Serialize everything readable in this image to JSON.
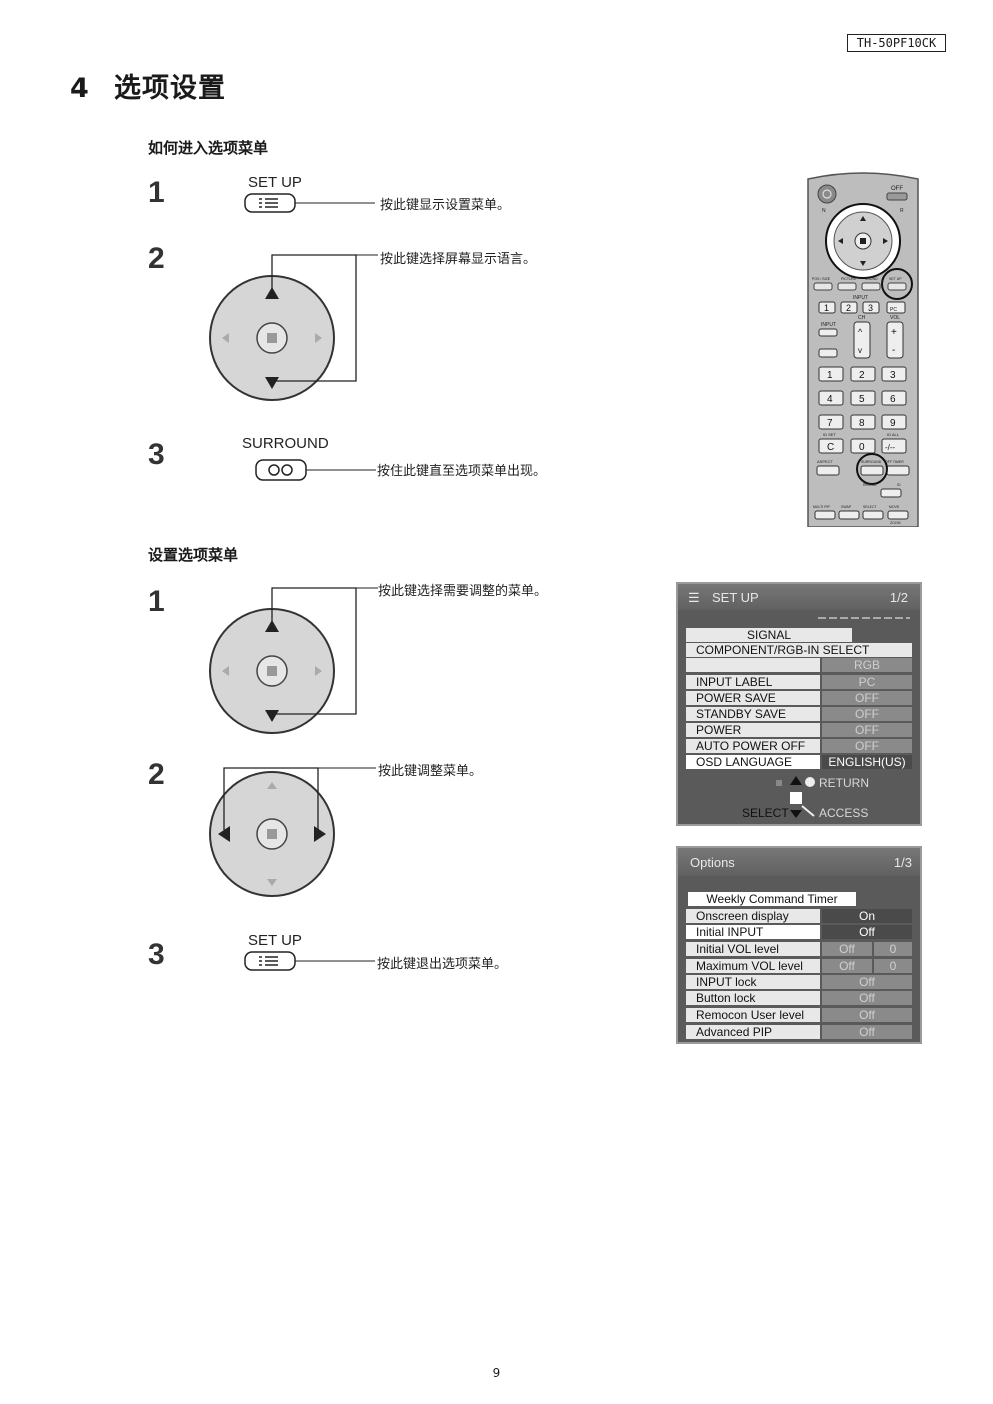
{
  "header": {
    "model": "TH-50PF10CK"
  },
  "chapter": {
    "number": "4",
    "title": "选项设置"
  },
  "section1": {
    "title": "如何进入选项菜单",
    "steps": [
      {
        "num": "1",
        "button": "SET UP",
        "desc": "按此键显示设置菜单。"
      },
      {
        "num": "2",
        "desc": "按此键选择屏幕显示语言。"
      },
      {
        "num": "3",
        "button": "SURROUND",
        "desc": "按住此键直至选项菜单出现。"
      }
    ]
  },
  "section2": {
    "title": "设置选项菜单",
    "steps": [
      {
        "num": "1",
        "desc": "按此键选择需要调整的菜单。"
      },
      {
        "num": "2",
        "desc": "按此键调整菜单。"
      },
      {
        "num": "3",
        "button": "SET UP",
        "desc": "按此键退出选项菜单。"
      }
    ]
  },
  "remote": {
    "off": "OFF",
    "n": "N",
    "r": "R",
    "pos_size": "POS / SIZE",
    "picture": "PICTURE",
    "sound": "SOUND",
    "setup": "SET UP",
    "input_top": "INPUT",
    "pc": "PC",
    "input": "INPUT",
    "ch": "CH",
    "vol": "VOL",
    "id_set": "ID SET",
    "id_all": "ID ALL",
    "aspect": "ASPECT",
    "surround": "SURROUND",
    "off_timer": "OFF TIMER",
    "recall": "RECALL",
    "id": "ID",
    "multi_pip": "MULTI PIP",
    "swap": "SWAP",
    "select": "SELECT",
    "move": "MOVE",
    "zoom": "ZOOM",
    "digits": [
      "1",
      "2",
      "3",
      "4",
      "5",
      "6",
      "7",
      "8",
      "9"
    ],
    "c": "C",
    "zero": "0",
    "dash": "-/--",
    "numkeys_top": [
      "1",
      "2",
      "3"
    ]
  },
  "setup_menu": {
    "title": "SET UP",
    "page": "1/2",
    "signal": "SIGNAL",
    "component_select": "COMPONENT/RGB-IN SELECT",
    "component_value": "RGB",
    "rows": [
      {
        "label": "INPUT LABEL",
        "value": "PC"
      },
      {
        "label": "POWER SAVE",
        "value": "OFF"
      },
      {
        "label": "STANDBY SAVE",
        "value": "OFF"
      },
      {
        "label": "POWER MANAGEMENT",
        "value": "OFF"
      },
      {
        "label": "AUTO POWER OFF",
        "value": "OFF"
      },
      {
        "label": "OSD LANGUAGE",
        "value": "ENGLISH(US)"
      }
    ],
    "return": "RETURN",
    "select": "SELECT",
    "access": "ACCESS"
  },
  "options_menu": {
    "title": "Options",
    "page": "1/3",
    "tab": "Weekly Command Timer",
    "rows": [
      {
        "label": "Onscreen display",
        "value": "On"
      },
      {
        "label": "Initial INPUT",
        "value": "Off"
      },
      {
        "label": "Initial VOL level",
        "value": "Off",
        "value2": "0"
      },
      {
        "label": "Maximum VOL level",
        "value": "Off",
        "value2": "0"
      },
      {
        "label": "INPUT lock",
        "value": "Off"
      },
      {
        "label": "Button lock",
        "value": "Off"
      },
      {
        "label": "Remocon User level",
        "value": "Off"
      },
      {
        "label": "Advanced PIP",
        "value": "Off"
      }
    ]
  },
  "footer": {
    "page": "9"
  }
}
